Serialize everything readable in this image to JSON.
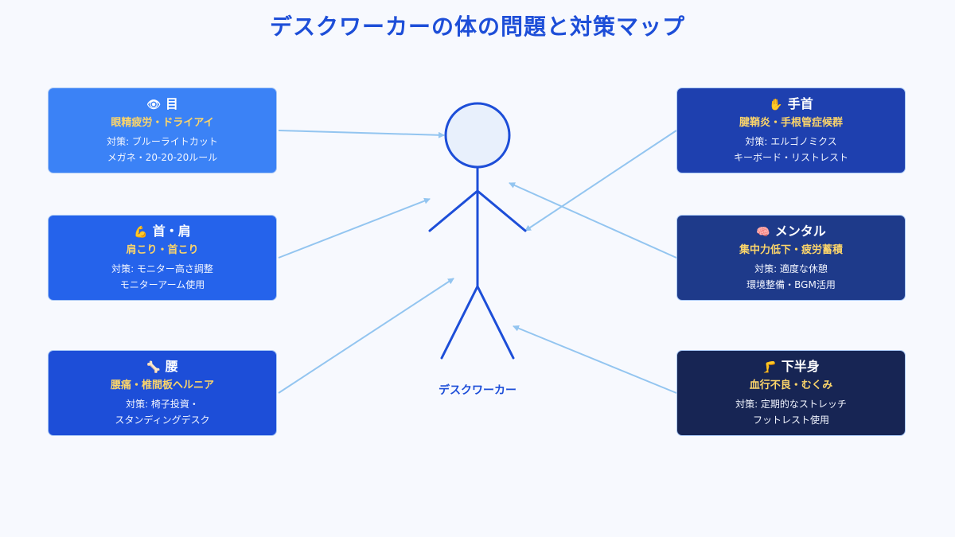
{
  "title": "デスクワーカーの体の問題と対策マップ",
  "figure_label": "デスクワーカー",
  "cards": {
    "eye": {
      "icon": "eye-icon",
      "icon_glyph": "👁",
      "title": "目",
      "problem": "眼精疲労・ドライアイ",
      "solution_1": "対策: ブルーライトカット",
      "solution_2": "メガネ・20-20-20ルール"
    },
    "neck": {
      "icon": "flexed-arm-icon",
      "icon_glyph": "💪",
      "title": "首・肩",
      "problem": "肩こり・首こり",
      "solution_1": "対策: モニター高さ調整",
      "solution_2": "モニターアーム使用"
    },
    "waist": {
      "icon": "bone-icon",
      "icon_glyph": "🦴",
      "title": "腰",
      "problem": "腰痛・椎間板ヘルニア",
      "solution_1": "対策: 椅子投資・",
      "solution_2": "スタンディングデスク"
    },
    "wrist": {
      "icon": "raised-hand-icon",
      "icon_glyph": "✋",
      "title": "手首",
      "problem": "腱鞘炎・手根管症候群",
      "solution_1": "対策: エルゴノミクス",
      "solution_2": "キーボード・リストレスト"
    },
    "mental": {
      "icon": "brain-icon",
      "icon_glyph": "🧠",
      "title": "メンタル",
      "problem": "集中力低下・疲労蓄積",
      "solution_1": "対策: 適度な休憩",
      "solution_2": "環境整備・BGM活用"
    },
    "lower": {
      "icon": "leg-icon",
      "icon_glyph": "🦵",
      "title": "下半身",
      "problem": "血行不良・むくみ",
      "solution_1": "対策: 定期的なストレッチ",
      "solution_2": "フットレスト使用"
    }
  },
  "colors": {
    "title": "#1d4ed8",
    "connector": "#93c5f0",
    "figure_stroke": "#1d4ed8",
    "figure_head_fill": "#e8f0fc",
    "problem_text": "#fcd56a"
  }
}
